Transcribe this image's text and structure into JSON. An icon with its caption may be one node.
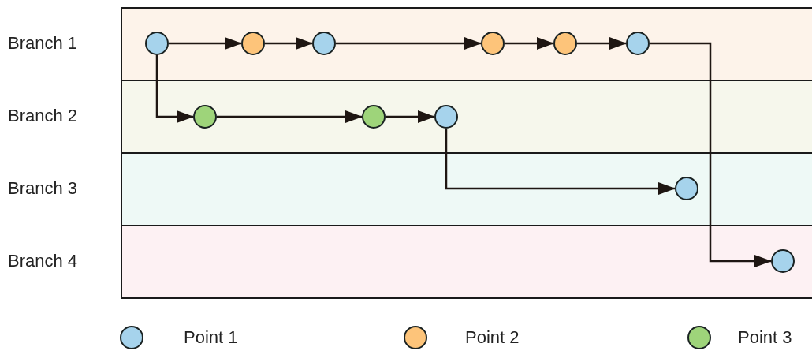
{
  "diagram": {
    "nodes": [
      {
        "text": [
          "Branch 1"
        ]
      },
      {
        "text": [],
        "shape": "circle",
        "in": 0
      },
      {
        "text": [],
        "shape": "circle",
        "in": 0
      },
      {
        "text": [],
        "shape": "circle",
        "in": 0
      },
      {
        "text": [],
        "shape": "circle",
        "in": 0
      },
      {
        "text": [],
        "shape": "circle",
        "in": 0
      },
      {
        "text": [],
        "shape": "circle",
        "in": 0
      },
      {
        "text": [
          "Branch 2"
        ]
      },
      {
        "text": [],
        "shape": "circle",
        "in": 7
      },
      {
        "text": [],
        "shape": "circle",
        "in": 7
      },
      {
        "text": [],
        "shape": "circle",
        "in": 7
      },
      {
        "text": [
          "Branch 3"
        ]
      },
      {
        "text": [],
        "shape": "circle",
        "in": 11
      },
      {
        "text": [
          "Branch 4"
        ]
      },
      {
        "text": [],
        "shape": "circle",
        "in": 13
      }
    ],
    "edges": [
      {
        "from": 1,
        "to": 2,
        "arrow": "to"
      },
      {
        "from": 2,
        "to": 3,
        "arrow": "to"
      },
      {
        "from": 3,
        "to": 4,
        "arrow": "to"
      },
      {
        "from": 4,
        "to": 5,
        "arrow": "to"
      },
      {
        "from": 5,
        "to": 6,
        "arrow": "to"
      },
      {
        "from": 1,
        "to": 8,
        "arrow": "to"
      },
      {
        "from": 8,
        "to": 9,
        "arrow": "to"
      },
      {
        "from": 9,
        "to": 10,
        "arrow": "to"
      },
      {
        "from": 10,
        "to": 12,
        "arrow": "to"
      },
      {
        "from": 6,
        "to": 14,
        "arrow": "to"
      }
    ],
    "legend": [
      {
        "text": "Point 1",
        "color": "#a6d3ec"
      },
      {
        "text": "Point 2",
        "color": "#fdc47a"
      },
      {
        "text": "Point 3",
        "color": "#9ed47a"
      }
    ]
  }
}
